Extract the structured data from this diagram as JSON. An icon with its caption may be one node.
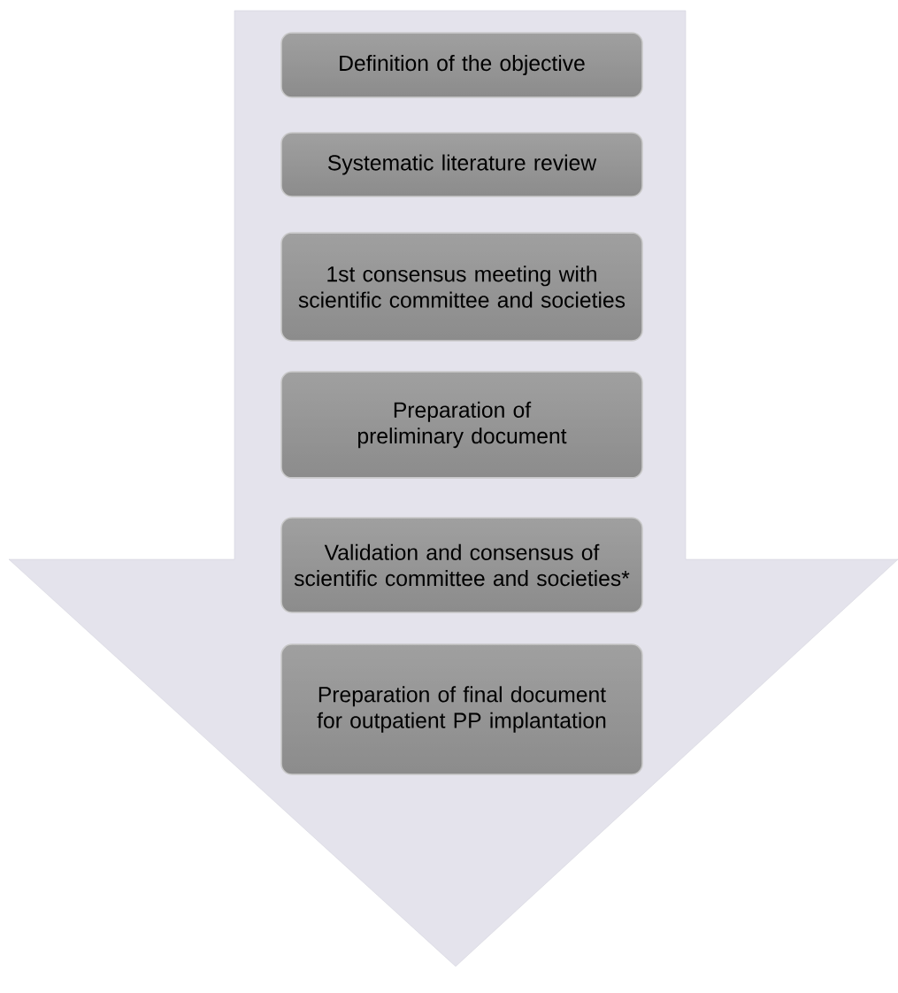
{
  "diagram": {
    "nodes": [
      {
        "text": [],
        "shape": "arrow"
      },
      {
        "text": [
          "Definition of the objective"
        ],
        "in": 0
      },
      {
        "text": [
          "Systematic literature review"
        ],
        "in": 0
      },
      {
        "text": [
          "1st consensus meeting with scientific committee and societies"
        ],
        "in": 0
      },
      {
        "text": [
          "Preparation of preliminary document"
        ],
        "in": 0
      },
      {
        "text": [
          "Validation and consensus of scientific committee and societies*"
        ],
        "in": 0
      },
      {
        "text": [
          "Preparation of final document for outpatient PP implantation"
        ],
        "in": 0
      }
    ]
  }
}
